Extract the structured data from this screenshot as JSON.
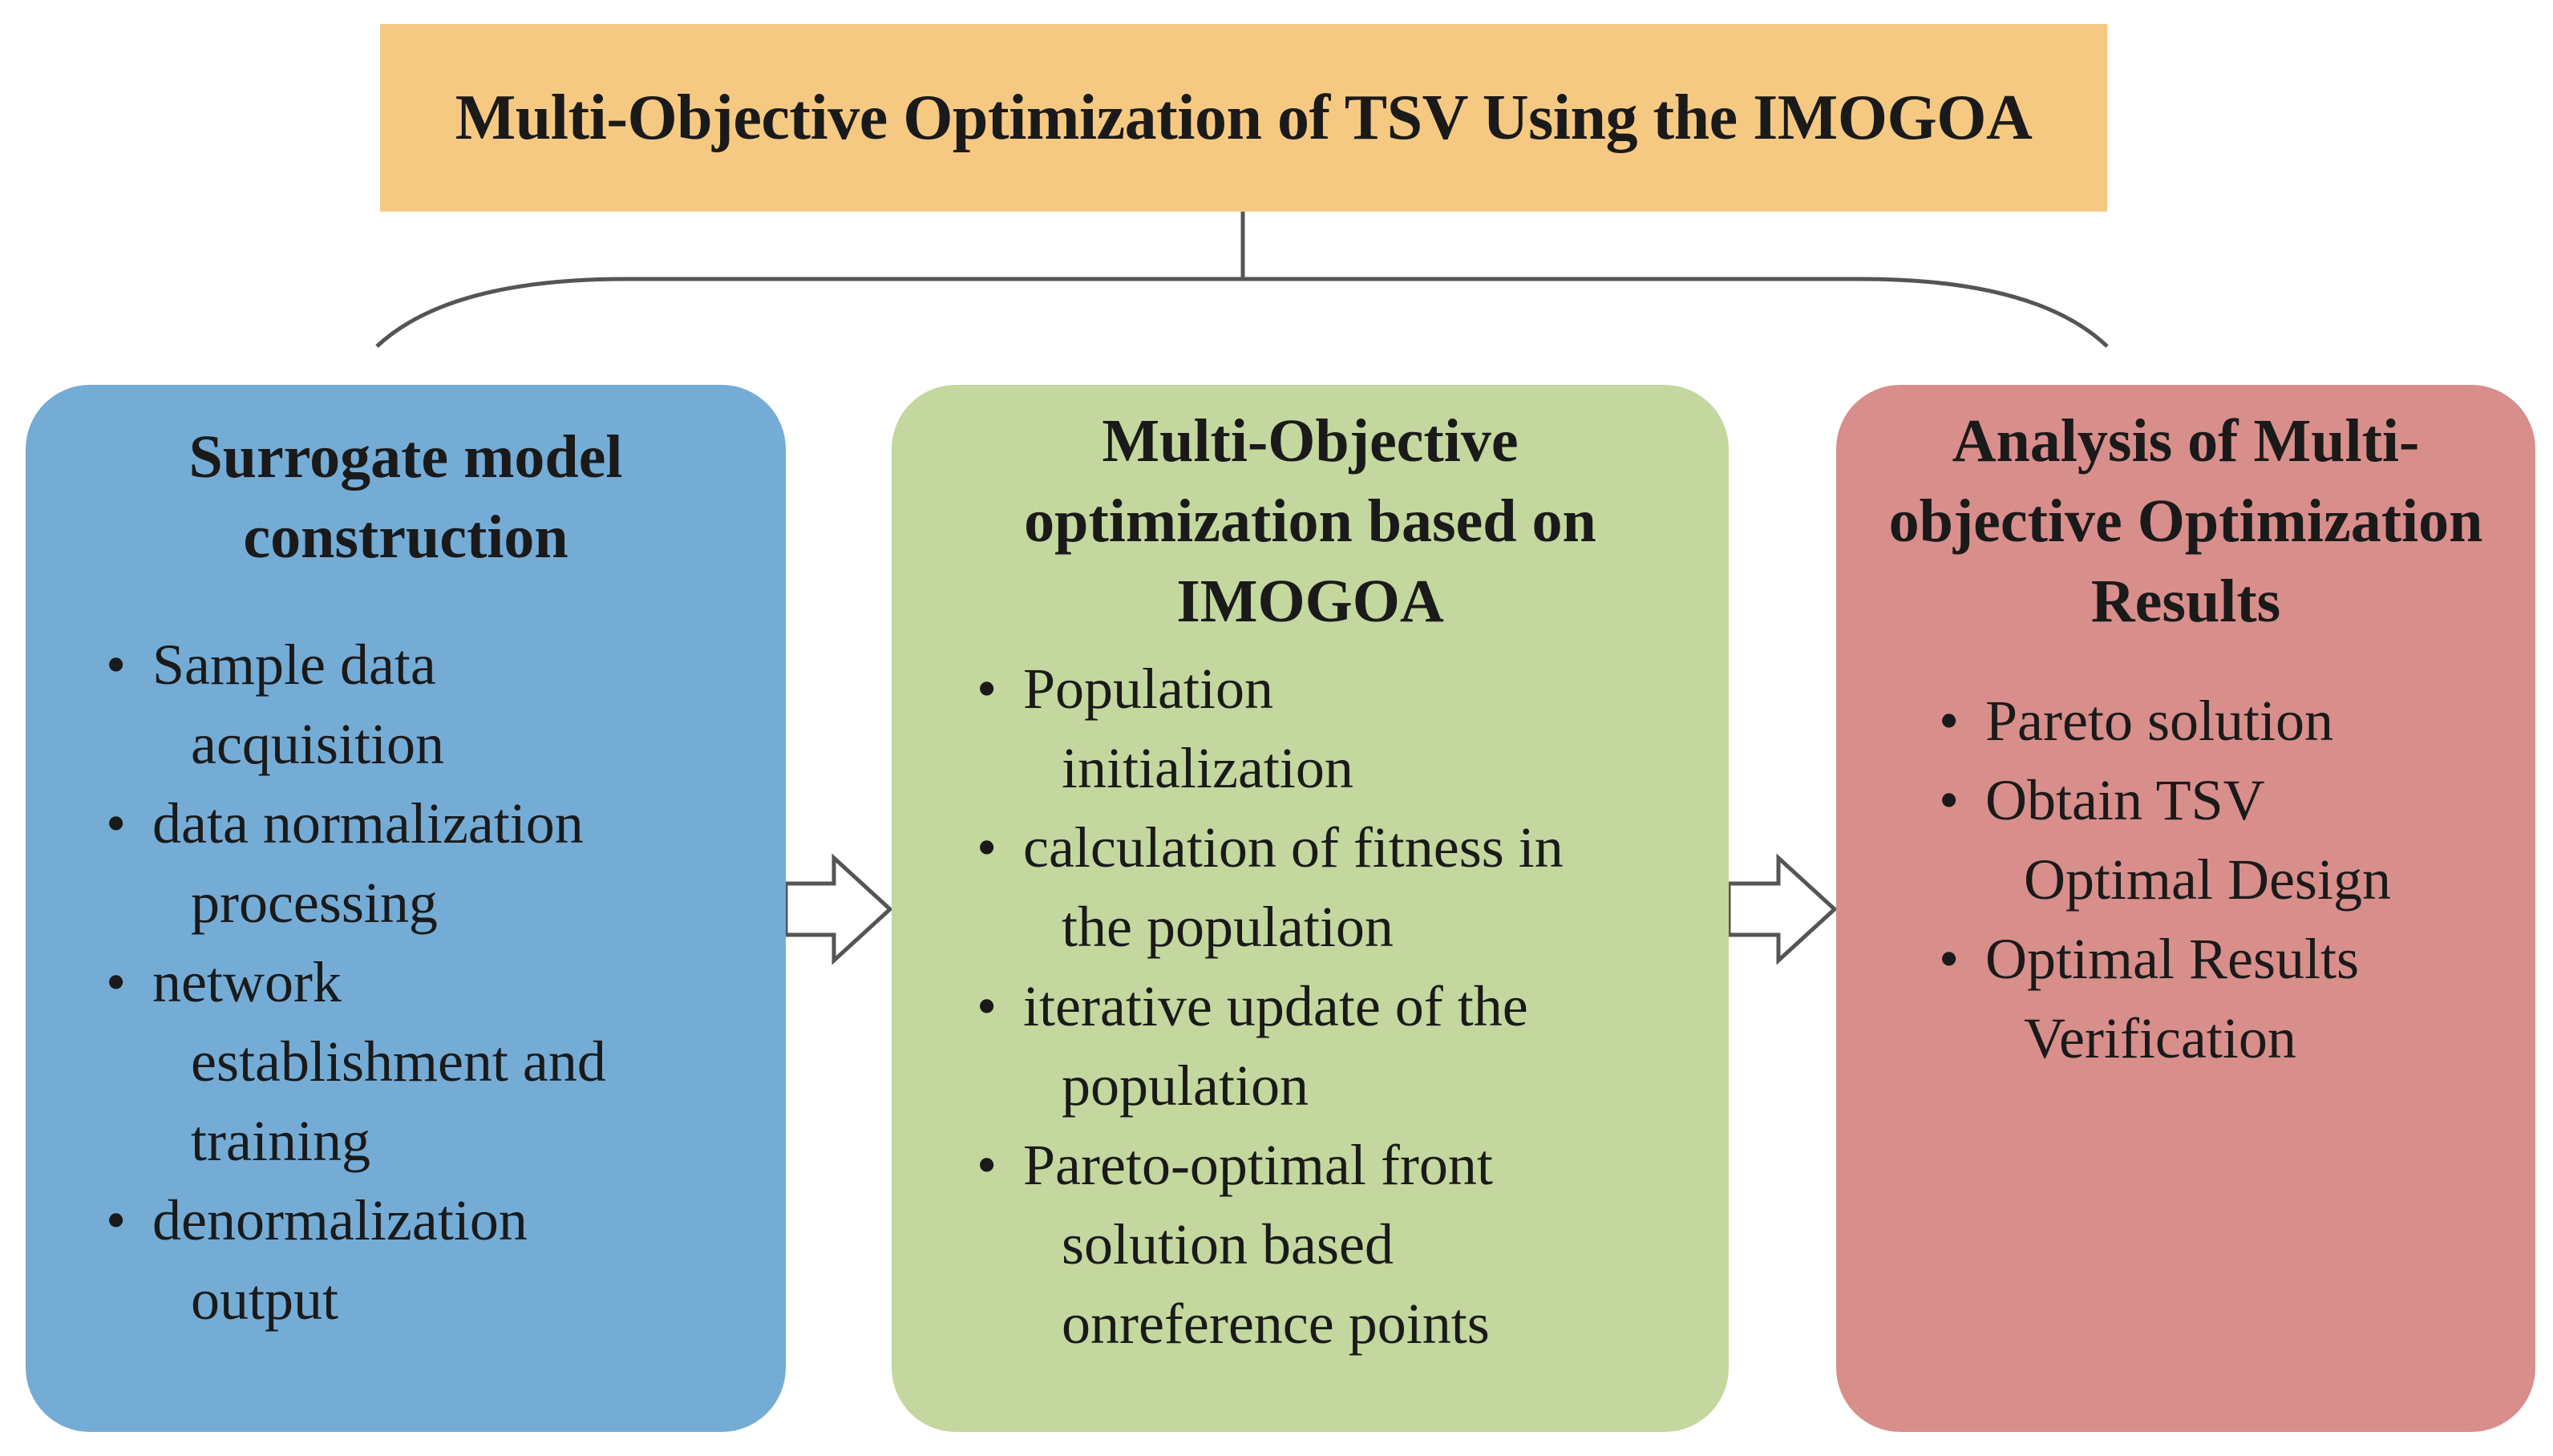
{
  "title": "Multi-Objective Optimization of TSV Using the IMOGOA",
  "colors": {
    "title_fill": "#f6c983",
    "panel_blue": "#74acd6",
    "panel_green": "#c4d79e",
    "panel_red": "#d88e8b",
    "connector": "#555555"
  },
  "panels": [
    {
      "title": "Surrogate model\nconstruction",
      "items": [
        [
          "Sample data",
          "acquisition"
        ],
        [
          "data normalization",
          "processing"
        ],
        [
          "network",
          "establishment and",
          "training"
        ],
        [
          "denormalization",
          "output"
        ]
      ]
    },
    {
      "title": "Multi-Objective\noptimization based on\nIMOGOA",
      "items": [
        [
          "Population",
          "initialization"
        ],
        [
          "calculation of fitness in",
          "the population"
        ],
        [
          "iterative update of the",
          "population"
        ],
        [
          "Pareto-optimal front",
          "solution based",
          "onreference points"
        ]
      ]
    },
    {
      "title": "Analysis of Multi-\nobjective Optimization\nResults",
      "items": [
        [
          "Pareto solution"
        ],
        [
          "Obtain TSV",
          "Optimal Design"
        ],
        [
          "Optimal Results",
          "Verification"
        ]
      ]
    }
  ],
  "bullet_glyph": "•",
  "icons": [
    "right-arrow-icon",
    "right-arrow-icon"
  ]
}
